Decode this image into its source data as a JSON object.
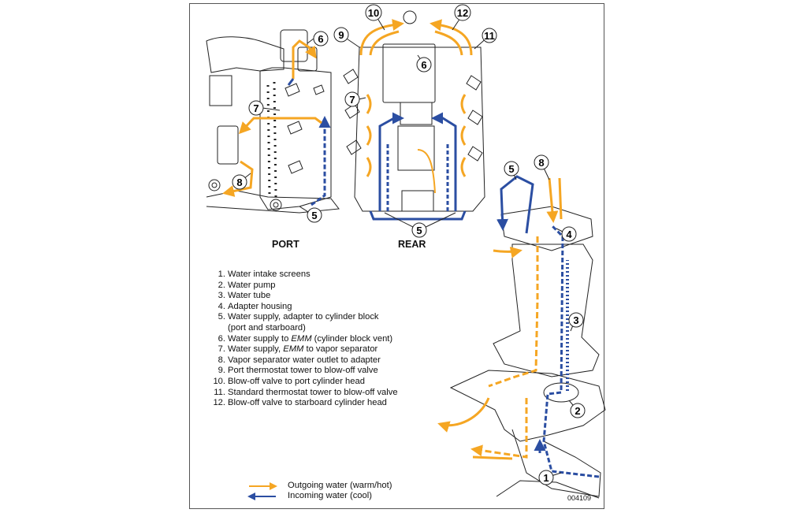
{
  "views": {
    "port": "PORT",
    "rear": "REAR"
  },
  "legend": [
    {
      "num": "1.",
      "text": "Water intake screens"
    },
    {
      "num": "2.",
      "text": "Water pump"
    },
    {
      "num": "3.",
      "text": "Water tube"
    },
    {
      "num": "4.",
      "text": "Adapter housing"
    },
    {
      "num": "5.",
      "text": "Water supply, adapter to cylinder block",
      "cont": "(port and starboard)"
    },
    {
      "num": "6.",
      "pre": "Water supply to ",
      "em": "EMM",
      "post": " (cylinder block vent)"
    },
    {
      "num": "7.",
      "pre": "Water supply, ",
      "em": "EMM",
      "post": " to vapor separator"
    },
    {
      "num": "8.",
      "text": "Vapor separator water outlet to adapter"
    },
    {
      "num": "9.",
      "text": "Port thermostat tower to blow-off valve"
    },
    {
      "num": "10.",
      "text": "Blow-off valve to port cylinder head"
    },
    {
      "num": "11.",
      "text": "Standard thermostat tower to blow-off valve"
    },
    {
      "num": "12.",
      "text": "Blow-off valve to starboard cylinder head"
    }
  ],
  "flow_key": {
    "outgoing": "Outgoing water (warm/hot)",
    "incoming": "Incoming water (cool)"
  },
  "callouts": {
    "c1": "1",
    "c2": "2",
    "c3": "3",
    "c4": "4",
    "c5_port": "5",
    "c5_rear": "5",
    "c5_lower": "5",
    "c6_port": "6",
    "c6_rear": "6",
    "c7_port": "7",
    "c7_rear": "7",
    "c8_port": "8",
    "c8_lower": "8",
    "c9": "9",
    "c10": "10",
    "c11": "11",
    "c12": "12"
  },
  "figure_number": "004109",
  "colors": {
    "outgoing": "#f5a623",
    "incoming": "#2b4ea2",
    "line": "#222222"
  }
}
